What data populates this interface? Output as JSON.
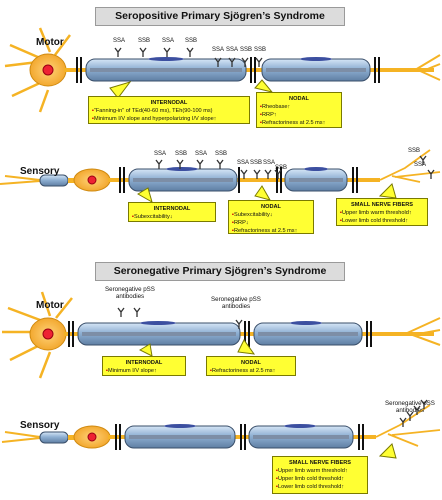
{
  "seropositive": {
    "title": "Seropositive Primary Sjögren’s Syndrome",
    "motor": {
      "label": "Motor",
      "antibodies_internodal": [
        "SSA",
        "SSB",
        "SSA",
        "SSB"
      ],
      "antibodies_nodal": [
        "SSA",
        "SSA",
        "SSB",
        "SSB"
      ],
      "internodal": {
        "header": "INTERNODAL",
        "items": [
          "“Fanning-in” of TEd(40-60 ms), TEh(90-100 ms)",
          "Minimum I/V slope and hyperpolarizing I/V slope↑"
        ]
      },
      "nodal": {
        "header": "NODAL",
        "items": [
          "Rheobase↑",
          "RRP↑",
          "Refractoriness at 2.5 ms↑"
        ]
      }
    },
    "sensory": {
      "label": "Sensory",
      "antibodies_internodal": [
        "SSA",
        "SSB",
        "SSA",
        "SSB"
      ],
      "antibodies_nodal": [
        "SSA",
        "SSB",
        "SSA",
        "SSB"
      ],
      "antibodies_fiber": [
        "SSB",
        "SSA"
      ],
      "internodal": {
        "header": "INTERNODAL",
        "items": [
          "Subexcitability↓"
        ]
      },
      "nodal": {
        "header": "NODAL",
        "items": [
          "Subexcitability↓",
          "RRP↓",
          "Refractoriness at 2.5 ms↑"
        ]
      },
      "small_fibers": {
        "header": "SMALL NERVE FIBERS",
        "items": [
          "Upper limb warm threshold↑",
          "Lower limb cold threshold↑"
        ]
      }
    }
  },
  "seronegative": {
    "title": "Seronegative Primary Sjögren’s Syndrome",
    "motor": {
      "label": "Motor",
      "antibody_note_1": "Seronegative pSS antibodies",
      "antibody_note_2": "Seronegative pSS antibodies",
      "internodal": {
        "header": "INTERNODAL",
        "items": [
          "Minimum I/V slope↑"
        ]
      },
      "nodal": {
        "header": "NODAL",
        "items": [
          "Refractoriness at 2.5 ms↑"
        ]
      }
    },
    "sensory": {
      "label": "Sensory",
      "antibody_note": "Seronegative pSS antibodies",
      "small_fibers": {
        "header": "SMALL NERVE FIBERS",
        "items": [
          "Upper limb warm threshold↑",
          "Upper limb cold threshold↑",
          "Lower limb cold threshold↑"
        ]
      }
    }
  },
  "colors": {
    "axon": "#f5b324",
    "myelin": "#9fbfe0",
    "myelin_core": "#6d7f96",
    "callout": "#ffff33",
    "bullet": "#cc0000",
    "title_bg": "#dcdcdc"
  }
}
